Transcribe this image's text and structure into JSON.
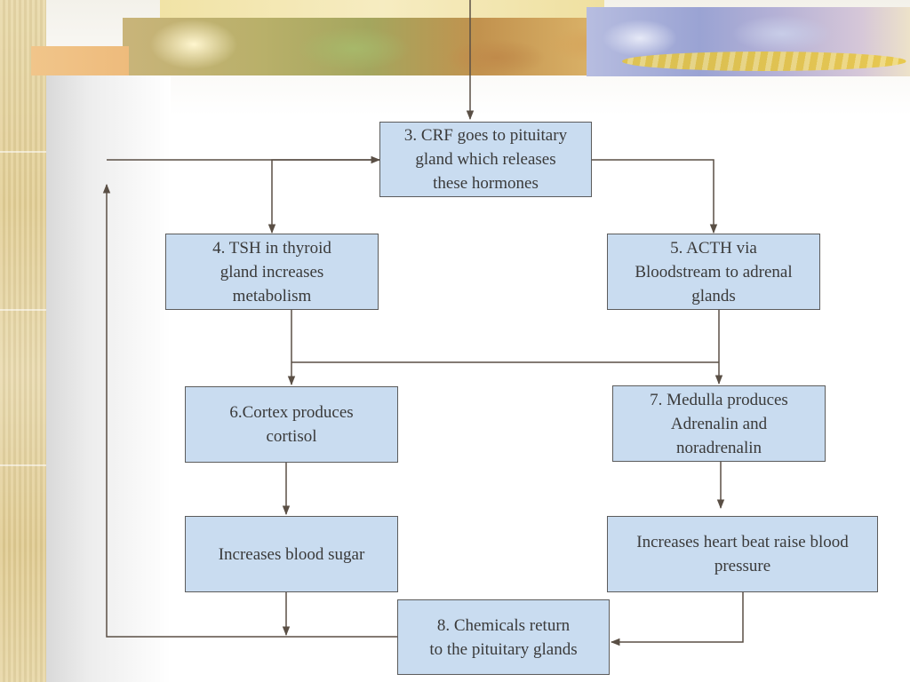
{
  "boxes": {
    "step3": "3. CRF goes to pituitary\ngland which releases\nthese hormones",
    "step4": "4.    TSH in thyroid\ngland increases\nmetabolism",
    "step5": "5.     ACTH via\nBloodstream to adrenal\nglands",
    "step6": "6.Cortex produces\ncortisol",
    "step7": "7. Medulla produces\nAdrenalin and\nnoradrenalin",
    "blood_sugar": "Increases blood sugar",
    "heart_beat": "Increases heart beat raise blood\npressure",
    "step8": "8. Chemicals return\nto the pituitary glands"
  },
  "colors": {
    "box_fill": "#c9dcf0",
    "box_border": "#5c5c5c",
    "line": "#5a4f45",
    "text": "#3a3a3a"
  }
}
